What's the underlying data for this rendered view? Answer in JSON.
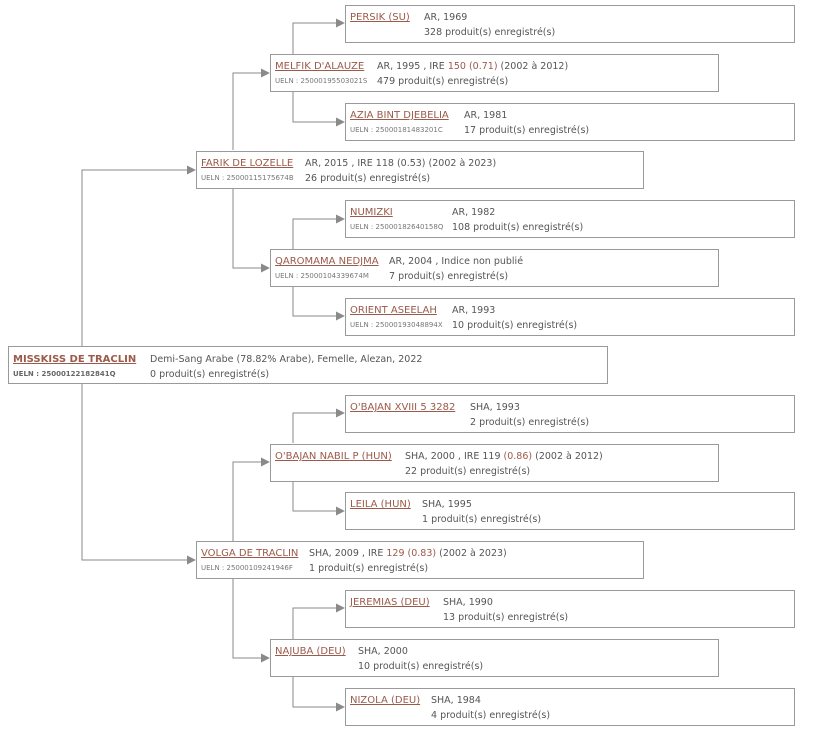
{
  "root": {
    "name": "MISSKISS DE TRACLIN",
    "ueln": "UELN : 25000122182841Q",
    "info": "Demi-Sang Arabe (78.82% Arabe), Femelle, Alezan, 2022",
    "produits": "0 produit(s) enregistré(s)"
  },
  "sire": {
    "name": "FARIK DE LOZELLE",
    "ueln": "UELN : 25000115175674B",
    "info_pre": "AR, 2015 , IRE 118 (0.53) (2002 à 2023)",
    "produits": "26 produit(s) enregistré(s)"
  },
  "sire_sire": {
    "name": "MELFIK D'ALAUZE",
    "ueln": "UELN : 25000195503021S",
    "info_pre": "AR, 1995 , IRE ",
    "ire": "150 (0.71)",
    "info_post": " (2002 à 2012)",
    "produits": "479 produit(s) enregistré(s)"
  },
  "sire_sire_sire": {
    "name": "PERSIK (SU)",
    "info": "AR, 1969",
    "produits": "328 produit(s) enregistré(s)"
  },
  "sire_sire_dam": {
    "name": "AZIA BINT DJEBELIA",
    "ueln": "UELN : 25000181483201C",
    "info": "AR, 1981",
    "produits": "17 produit(s) enregistré(s)"
  },
  "sire_dam": {
    "name": "QAROMAMA NEDJMA",
    "ueln": "UELN : 25000104339674M",
    "info": "AR, 2004 , Indice non publié",
    "produits": "7 produit(s) enregistré(s)"
  },
  "sire_dam_sire": {
    "name": "NUMIZKI",
    "ueln": "UELN : 25000182640158Q",
    "info": "AR, 1982",
    "produits": "108 produit(s) enregistré(s)"
  },
  "sire_dam_dam": {
    "name": "ORIENT ASEELAH",
    "ueln": "UELN : 25000193048894X",
    "info": "AR, 1993",
    "produits": "10 produit(s) enregistré(s)"
  },
  "dam": {
    "name": "VOLGA DE TRACLIN",
    "ueln": "UELN : 25000109241946F",
    "info_pre": "SHA, 2009 , IRE ",
    "ire": "129 (0.83)",
    "info_post": " (2002 à 2023)",
    "produits": "1 produit(s) enregistré(s)"
  },
  "dam_sire": {
    "name": "O'BAJAN NABIL P (HUN)",
    "info_pre": "SHA, 2000 , IRE 119 ",
    "ire": "(0.86)",
    "info_post": " (2002 à 2012)",
    "produits": "22 produit(s) enregistré(s)"
  },
  "dam_sire_sire": {
    "name": "O'BAJAN XVIII 5 3282",
    "info": "SHA, 1993",
    "produits": "2 produit(s) enregistré(s)"
  },
  "dam_sire_dam": {
    "name": "LEILA (HUN)",
    "info": "SHA, 1995",
    "produits": "1 produit(s) enregistré(s)"
  },
  "dam_dam": {
    "name": "NAJUBA (DEU)",
    "info": "SHA, 2000",
    "produits": "10 produit(s) enregistré(s)"
  },
  "dam_dam_sire": {
    "name": "JEREMIAS (DEU)",
    "info": "SHA, 1990",
    "produits": "13 produit(s) enregistré(s)"
  },
  "dam_dam_dam": {
    "name": "NIZOLA (DEU)",
    "info": "SHA, 1984",
    "produits": "4 produit(s) enregistré(s)"
  },
  "colors": {
    "link": "#9b5a4a",
    "border": "#9a9a9a",
    "line": "#8a8a8a",
    "text": "#555555"
  }
}
